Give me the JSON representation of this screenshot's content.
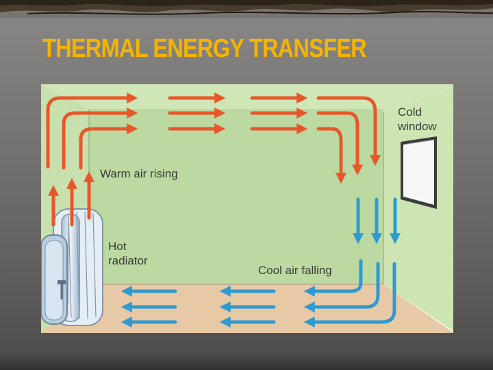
{
  "slide": {
    "title": "THERMAL ENERGY TRANSFER",
    "title_color": "#f4b400"
  },
  "diagram": {
    "labels": {
      "cold_window": [
        "Cold",
        "window"
      ],
      "warm_air": "Warm air rising",
      "hot_radiator": [
        "Hot",
        "radiator"
      ],
      "cool_air": "Cool air falling"
    },
    "colors": {
      "warm_arrow": "#e8572a",
      "cool_arrow": "#2f9ad0",
      "back_wall": "#bcd9a2",
      "side_wall": "#cde5b3",
      "floor": "#e8c9a6",
      "label_text": "#3a3a3a"
    }
  }
}
